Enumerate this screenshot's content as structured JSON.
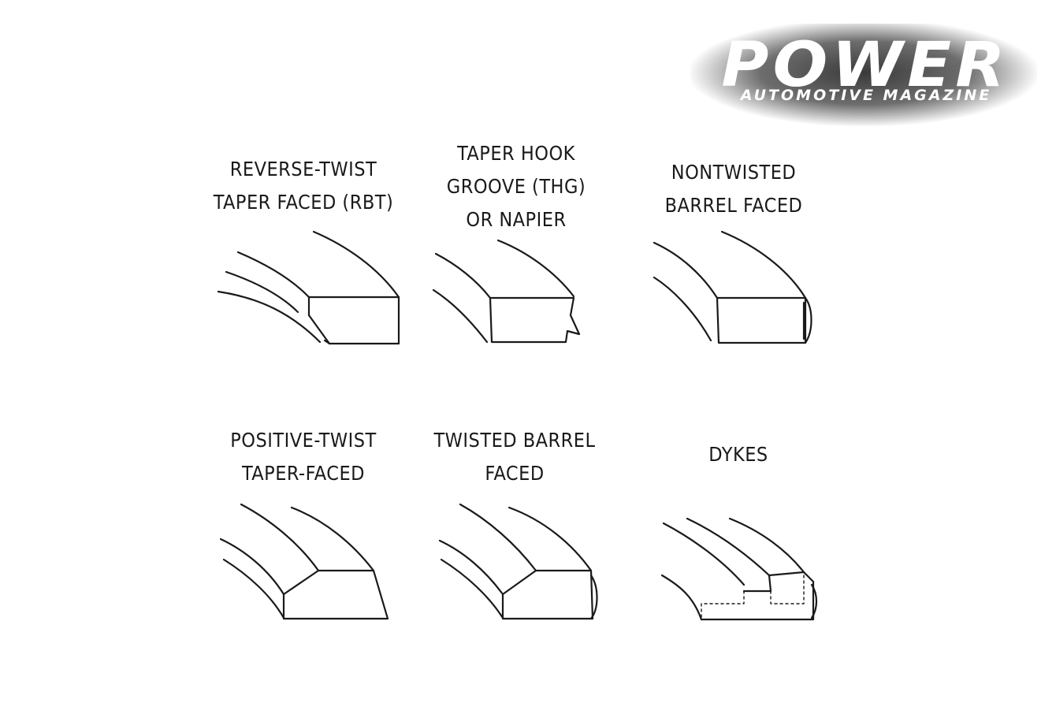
{
  "logo": {
    "main": "POWER",
    "sub": "AUTOMOTIVE MAGAZINE"
  },
  "rings": [
    {
      "lines": [
        "REVERSE-TWIST",
        "TAPER FACED (RBT)"
      ]
    },
    {
      "lines": [
        "TAPER HOOK",
        "GROOVE (THG)",
        "OR NAPIER"
      ]
    },
    {
      "lines": [
        "NONTWISTED",
        "BARREL FACED"
      ]
    },
    {
      "lines": [
        "POSITIVE-TWIST",
        "TAPER-FACED"
      ]
    },
    {
      "lines": [
        "TWISTED BARREL",
        "FACED"
      ]
    },
    {
      "lines": [
        "DYKES"
      ]
    }
  ]
}
